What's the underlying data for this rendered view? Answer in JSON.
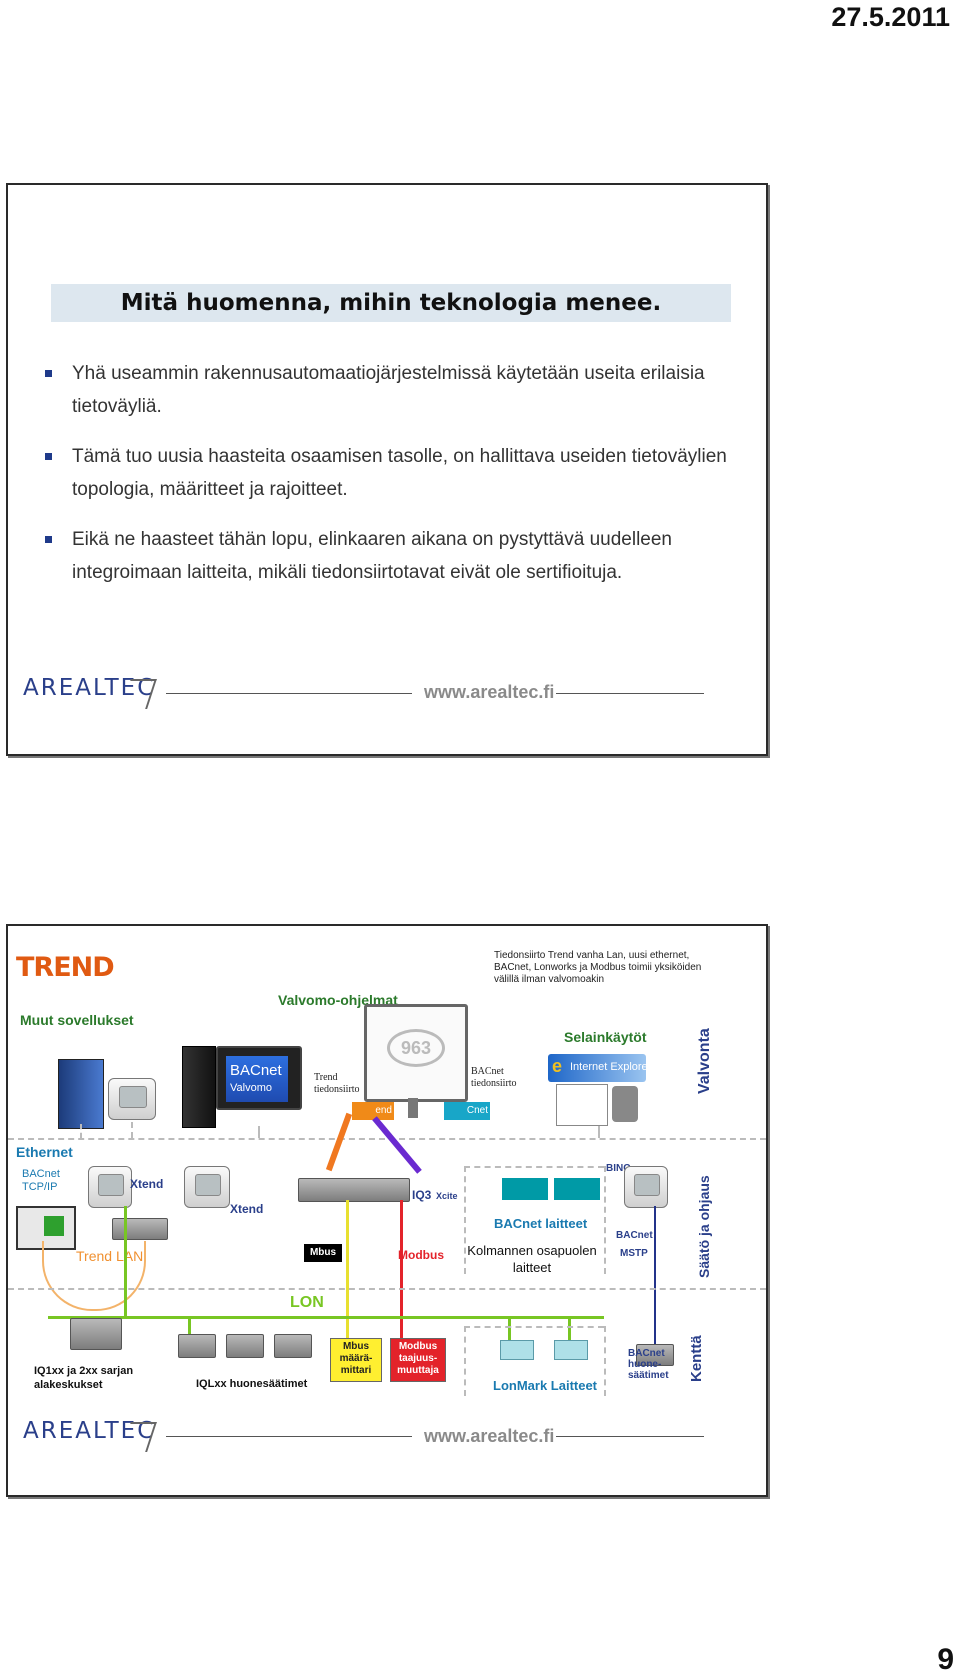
{
  "header": {
    "date": "27.5.2011"
  },
  "page_number": "9",
  "slide1": {
    "title": "Mitä huomenna, mihin teknologia menee.",
    "bullets": [
      "Yhä useammin rakennusautomaatiojärjestelmissä käytetään useita erilaisia tietoväyliä.",
      "Tämä tuo uusia haasteita osaamisen tasolle, on hallittava useiden tietoväylien topologia, määritteet ja rajoitteet.",
      "Eikä ne haasteet tähän lopu, elinkaaren aikana on pystyttävä uudelleen integroimaan laitteita, mikäli tiedonsiirtotavat eivät ole sertifioituja."
    ],
    "logo": "AREALTEC",
    "url": "www.arealtec.fi"
  },
  "slide2": {
    "brand": "TREND",
    "note": "Tiedonsiirto Trend vanha Lan, uusi ethernet, BACnet, Lonworks ja Modbus toimii yksiköiden välillä ilman valvomoakin",
    "valvomo_ohjelmat": "Valvomo-ohjelmat",
    "muut_sovellukset": "Muut sovellukset",
    "selainkaytot": "Selainkäytöt",
    "valvonta": "Valvonta",
    "bacnet_monitor": "BACnet",
    "valvomo_monitor": "Valvomo",
    "trend_tiedonsiirto": "Trend tiedonsiirto",
    "bacnet_tiedonsiirto": "BACnet tiedonsiirto",
    "monitor_badge": "963",
    "tab_trend": "end",
    "tab_bacnet": "Cnet",
    "ie_label": "Internet Explorer",
    "ethernet": "Ethernet",
    "bacnet_tcpip": "BACnet TCP/IP",
    "xtend1": "Xtend",
    "xtend2": "Xtend",
    "trend_lan": "Trend LAN",
    "iq3": "IQ3",
    "xcite": "Xcite",
    "binc": "BINC",
    "bacnet_laitteet": "BACnet laitteet",
    "kolmannen": "Kolmannen osapuolen laitteet",
    "bacnet_mstp_1": "BACnet",
    "bacnet_mstp_2": "MSTP",
    "mbus": "Mbus",
    "modbus": "Modbus",
    "saato": "Säätö ja ohjaus",
    "lon": "LON",
    "iq1xx": "IQ1xx ja 2xx sarjan alakeskukset",
    "iqlxx": "IQLxx huonesäätimet",
    "mbus_mittari": "Mbus määrä-mittari",
    "modbus_muuttaja": "Modbus taajuus-muuttaja",
    "lonmark": "LonMark Laitteet",
    "bacnet_huone": "BACnet huone-säätimet",
    "kentta": "Kenttä",
    "logo": "AREALTEC",
    "url": "www.arealtec.fi"
  }
}
